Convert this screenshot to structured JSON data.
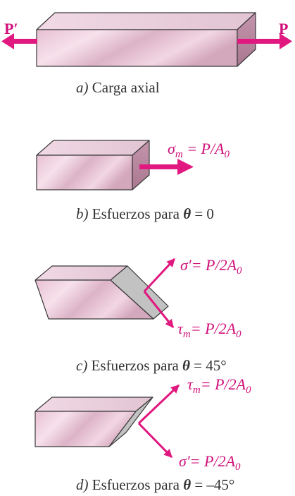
{
  "colors": {
    "arrow": "#e0187f",
    "label": "#d0107a",
    "caption": "#333333",
    "block_front_light": "#f6dce8",
    "block_front_dark": "#c89cb2",
    "block_top": "#ead0de",
    "block_end": "#b9869f",
    "cut_face": "#c2c2c2"
  },
  "panel_a": {
    "left_force": "P′",
    "right_force": "P",
    "caption_letter": "a)",
    "caption_text": " Carga axial"
  },
  "panel_b": {
    "stress_symbol": "σ",
    "stress_sub": "m",
    "stress_rhs": " = P/A",
    "stress_rhs_sub": "0",
    "caption_letter": "b)",
    "caption_text": " Esfuerzos para ",
    "caption_theta": "θ",
    "caption_value": " = 0"
  },
  "panel_c": {
    "normal_symbol": "σ",
    "normal_rhs": "′= P/2A",
    "normal_rhs_sub": "0",
    "shear_symbol": "τ",
    "shear_sub": "m",
    "shear_rhs": "= P/2A",
    "shear_rhs_sub": "0",
    "caption_letter": "c)",
    "caption_text": " Esfuerzos para ",
    "caption_theta": "θ",
    "caption_value": " = 45°"
  },
  "panel_d": {
    "shear_symbol": "τ",
    "shear_sub": "m",
    "shear_rhs": "= P/2A",
    "shear_rhs_sub": "0",
    "normal_symbol": "σ",
    "normal_rhs": "′= P/2A",
    "normal_rhs_sub": "0",
    "caption_letter": "d)",
    "caption_text": " Esfuerzos para ",
    "caption_theta": "θ",
    "caption_value": " = –45°"
  }
}
